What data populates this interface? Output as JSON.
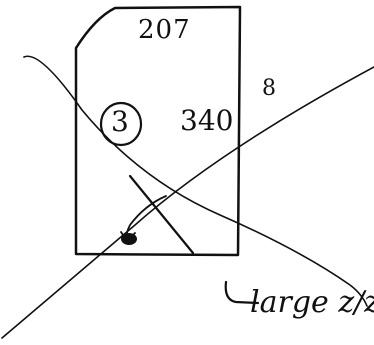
{
  "sketch": {
    "top_value": "207",
    "right_value": "8",
    "middle_value": "340",
    "circled_number": "3",
    "bottom_note": "large z/z."
  },
  "colors": {
    "ink": "#111111",
    "paper": "#ffffff"
  }
}
